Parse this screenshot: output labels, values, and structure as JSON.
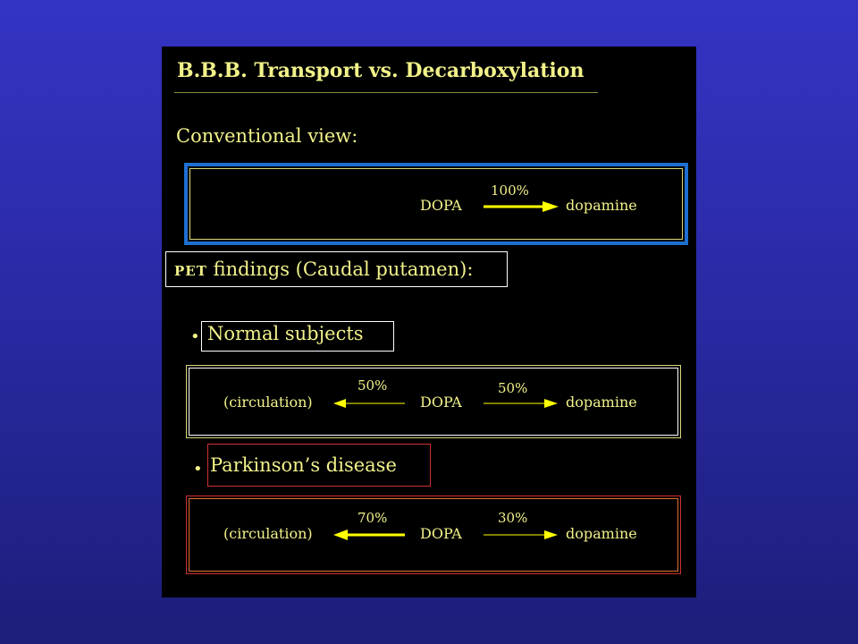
{
  "slide": {
    "title": "B.B.B. Transport vs. Decarboxylation",
    "conventional_heading": "Conventional view:",
    "pet_heading_smallcaps": "PET",
    "pet_heading_rest": "findings (Caudal putamen):",
    "bullet_glyph": "•"
  },
  "conventional": {
    "source": "DOPA",
    "forward_pct": "100%",
    "target": "dopamine"
  },
  "normal": {
    "label": "Normal subjects",
    "circulation": "(circulation)",
    "back_pct": "50%",
    "source": "DOPA",
    "forward_pct": "50%",
    "target": "dopamine"
  },
  "parkinsons": {
    "label": "Parkinson’s disease",
    "circulation": "(circulation)",
    "back_pct": "70%",
    "source": "DOPA",
    "forward_pct": "30%",
    "target": "dopamine"
  },
  "colors": {
    "text_yellow": "#f2f28a",
    "arrow_yellow": "#ffff00",
    "box_blue": "#1e6fd0",
    "box_red": "#d03030"
  }
}
